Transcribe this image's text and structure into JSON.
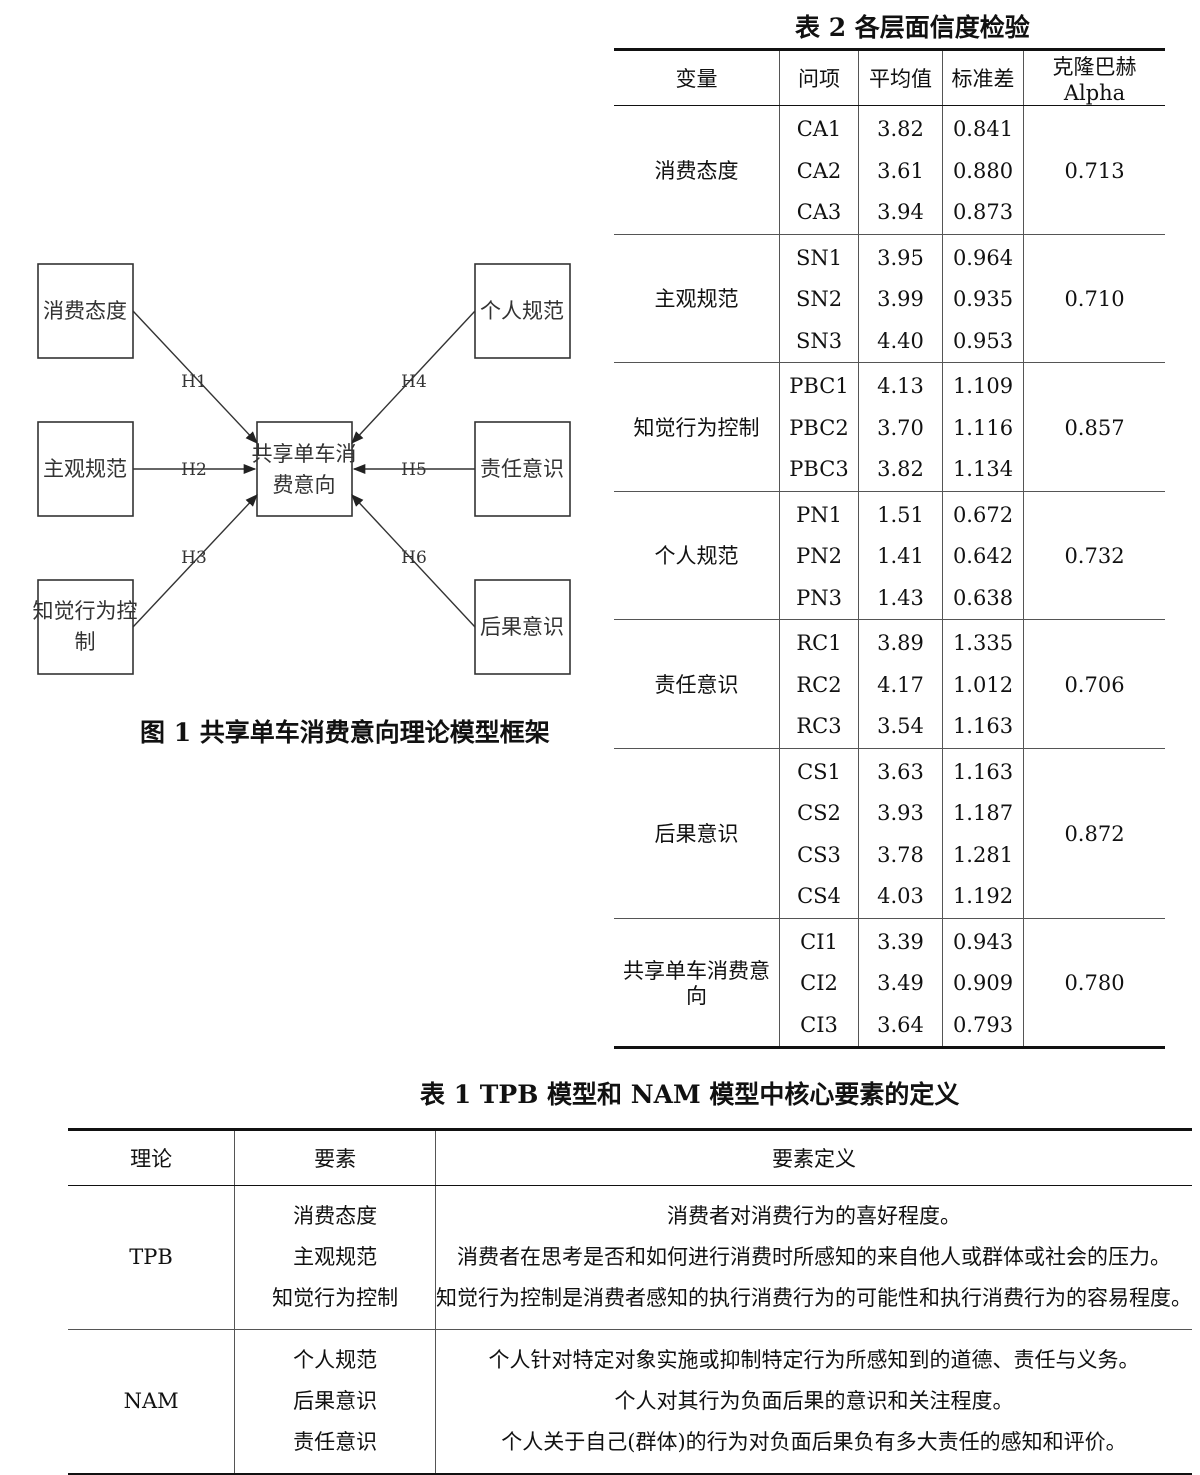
{
  "figure1": {
    "caption": "图 1  共享单车消费意向理论模型框架",
    "center_node": [
      "共享单车消",
      "费意向"
    ],
    "left_nodes": [
      "消费态度",
      "主观规范",
      [
        "知觉行为控",
        "制"
      ]
    ],
    "right_nodes": [
      "个人规范",
      "责任意识",
      "后果意识"
    ],
    "hypotheses": [
      "H1",
      "H2",
      "H3",
      "H4",
      "H5",
      "H6"
    ]
  },
  "table2": {
    "caption": "表 2  各层面信度检验",
    "headers": [
      "变量",
      "问项",
      "平均值",
      "标准差",
      "克隆巴赫 Alpha"
    ],
    "groups": [
      {
        "variable": "消费态度",
        "alpha": "0.713",
        "items": [
          [
            "CA1",
            "3.82",
            "0.841"
          ],
          [
            "CA2",
            "3.61",
            "0.880"
          ],
          [
            "CA3",
            "3.94",
            "0.873"
          ]
        ]
      },
      {
        "variable": "主观规范",
        "alpha": "0.710",
        "items": [
          [
            "SN1",
            "3.95",
            "0.964"
          ],
          [
            "SN2",
            "3.99",
            "0.935"
          ],
          [
            "SN3",
            "4.40",
            "0.953"
          ]
        ]
      },
      {
        "variable": "知觉行为控制",
        "alpha": "0.857",
        "items": [
          [
            "PBC1",
            "4.13",
            "1.109"
          ],
          [
            "PBC2",
            "3.70",
            "1.116"
          ],
          [
            "PBC3",
            "3.82",
            "1.134"
          ]
        ]
      },
      {
        "variable": "个人规范",
        "alpha": "0.732",
        "items": [
          [
            "PN1",
            "1.51",
            "0.672"
          ],
          [
            "PN2",
            "1.41",
            "0.642"
          ],
          [
            "PN3",
            "1.43",
            "0.638"
          ]
        ]
      },
      {
        "variable": "责任意识",
        "alpha": "0.706",
        "items": [
          [
            "RC1",
            "3.89",
            "1.335"
          ],
          [
            "RC2",
            "4.17",
            "1.012"
          ],
          [
            "RC3",
            "3.54",
            "1.163"
          ]
        ]
      },
      {
        "variable": "后果意识",
        "alpha": "0.872",
        "items": [
          [
            "CS1",
            "3.63",
            "1.163"
          ],
          [
            "CS2",
            "3.93",
            "1.187"
          ],
          [
            "CS3",
            "3.78",
            "1.281"
          ],
          [
            "CS4",
            "4.03",
            "1.192"
          ]
        ]
      },
      {
        "variable": "共享单车消费意向",
        "alpha": "0.780",
        "items": [
          [
            "CI1",
            "3.39",
            "0.943"
          ],
          [
            "CI2",
            "3.49",
            "0.909"
          ],
          [
            "CI3",
            "3.64",
            "0.793"
          ]
        ]
      }
    ]
  },
  "table1": {
    "caption": "表 1  TPB 模型和 NAM 模型中核心要素的定义",
    "headers": [
      "理论",
      "要素",
      "要素定义"
    ],
    "rows": [
      {
        "theory": "TPB",
        "elements": [
          "消费态度",
          "主观规范",
          "知觉行为控制"
        ],
        "definitions": [
          "消费者对消费行为的喜好程度。",
          "消费者在思考是否和如何进行消费时所感知的来自他人或群体或社会的压力。",
          "知觉行为控制是消费者感知的执行消费行为的可能性和执行消费行为的容易程度。"
        ]
      },
      {
        "theory": "NAM",
        "elements": [
          "个人规范",
          "后果意识",
          "责任意识"
        ],
        "definitions": [
          "个人针对特定对象实施或抑制特定行为所感知到的道德、责任与义务。",
          "个人对其行为负面后果的意识和关注程度。",
          "个人关于自己(群体)的行为对负面后果负有多大责任的感知和评价。"
        ]
      }
    ]
  }
}
